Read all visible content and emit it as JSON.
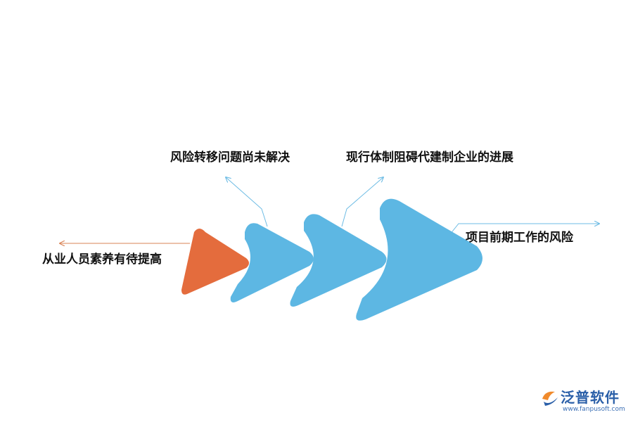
{
  "labels": {
    "left": "从业人员素养有待提高",
    "top_left": "风险转移问题尚未解决",
    "top_right": "现行体制阻碍代建制企业的进展",
    "right": "项目前期工作的风险"
  },
  "colors": {
    "orange": "#e46c3d",
    "blue": "#5db7e3",
    "left_line": "#d98356",
    "blue_line": "#6cbbe4"
  },
  "logo": {
    "name": "泛普软件",
    "url": "www.fanpusoft.com"
  }
}
